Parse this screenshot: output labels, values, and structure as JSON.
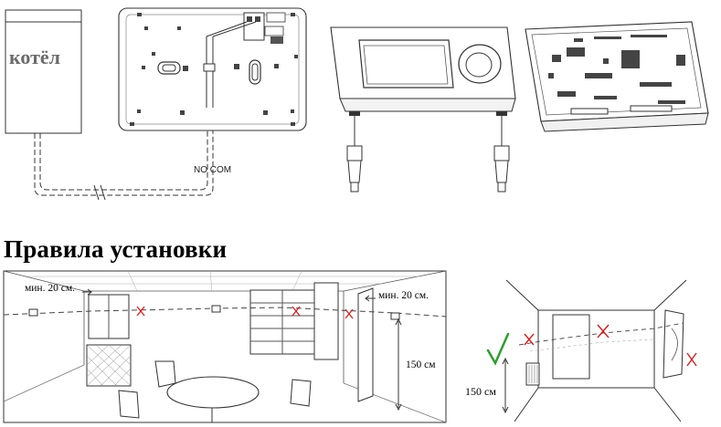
{
  "wiring": {
    "boiler_label": "котёл",
    "terminals_label": "NO  COM"
  },
  "section": {
    "heading": "Правила установки"
  },
  "room_left": {
    "min_distance_left": "мин. 20 см.",
    "min_distance_right": "мин. 20 см.",
    "height_label": "150 см"
  },
  "room_right": {
    "height_label": "150 см",
    "good_mark": "check-icon",
    "bad_mark": "cross-icon",
    "colors": {
      "check": "#2e9e2e",
      "cross": "#d62020"
    }
  }
}
